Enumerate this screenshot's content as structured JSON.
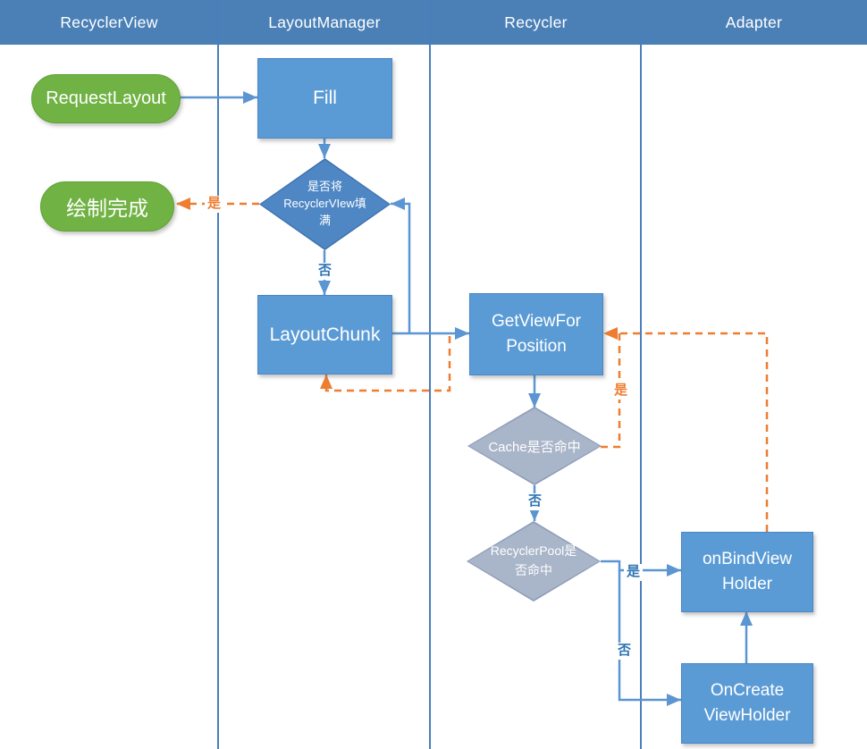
{
  "header": {
    "columns": [
      "RecyclerView",
      "LayoutManager",
      "Recycler",
      "Adapter"
    ]
  },
  "nodes": {
    "request_layout": {
      "label": "RequestLayout"
    },
    "draw_complete": {
      "label": "绘制完成"
    },
    "fill": {
      "label": "Fill"
    },
    "fill_decision": {
      "label": "是否将\nRecyclerVIew填\n满"
    },
    "layout_chunk": {
      "label": "LayoutChunk"
    },
    "get_view_for_position": {
      "label": "GetViewFor\nPosition"
    },
    "cache_decision": {
      "label": "Cache是否命中"
    },
    "pool_decision": {
      "label": "RecyclerPool是\n否命中"
    },
    "on_bind_view_holder": {
      "label": "onBindView\nHolder"
    },
    "on_create_view_holder": {
      "label": "OnCreate\nViewHolder"
    }
  },
  "edge_labels": {
    "fill_decision_yes": "是",
    "fill_decision_no": "否",
    "cache_yes": "是",
    "cache_no": "否",
    "pool_yes": "是",
    "pool_no": "否"
  },
  "colors": {
    "header_blue": "#4b80b7",
    "node_blue": "#5b9bd5",
    "node_green": "#70b243",
    "decision_blue": "#4e87c4",
    "decision_gray": "#a9b5c9",
    "connector_blue": "#5b96d2",
    "connector_orange": "#ed7d31",
    "edge_label_blue": "#2e74b5",
    "lane_line_blue": "#4a7ebb",
    "background": "#ffffff"
  }
}
